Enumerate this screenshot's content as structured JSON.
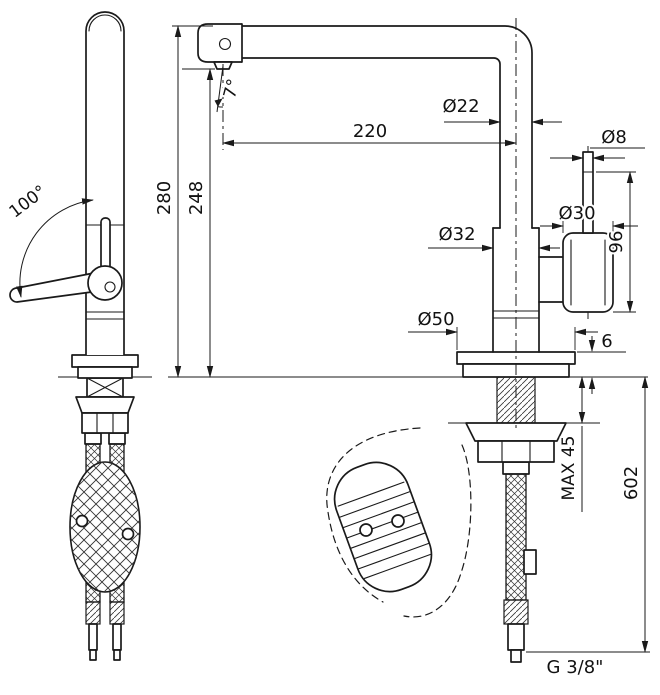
{
  "drawing": {
    "type": "technical-dimension-drawing",
    "subject": "single-lever kitchen mixer tap with pull-out spray, side view and front view"
  },
  "dims": {
    "handle_angle": "100°",
    "spout_tilt": "7°",
    "height_total": "280",
    "height_outlet": "248",
    "spout_reach": "220",
    "spout_diameter": "Ø22",
    "top_pipe_diameter": "Ø8",
    "side_outlet_diameter": "Ø30",
    "side_outlet_height": "96",
    "body_diameter": "Ø32",
    "base_diameter": "Ø50",
    "base_plate_height": "6",
    "max_deck_thickness": "MAX 45",
    "hose_length": "602",
    "thread": "G 3/8\""
  },
  "colors": {
    "line": "#1a1a1a",
    "background": "#ffffff"
  }
}
